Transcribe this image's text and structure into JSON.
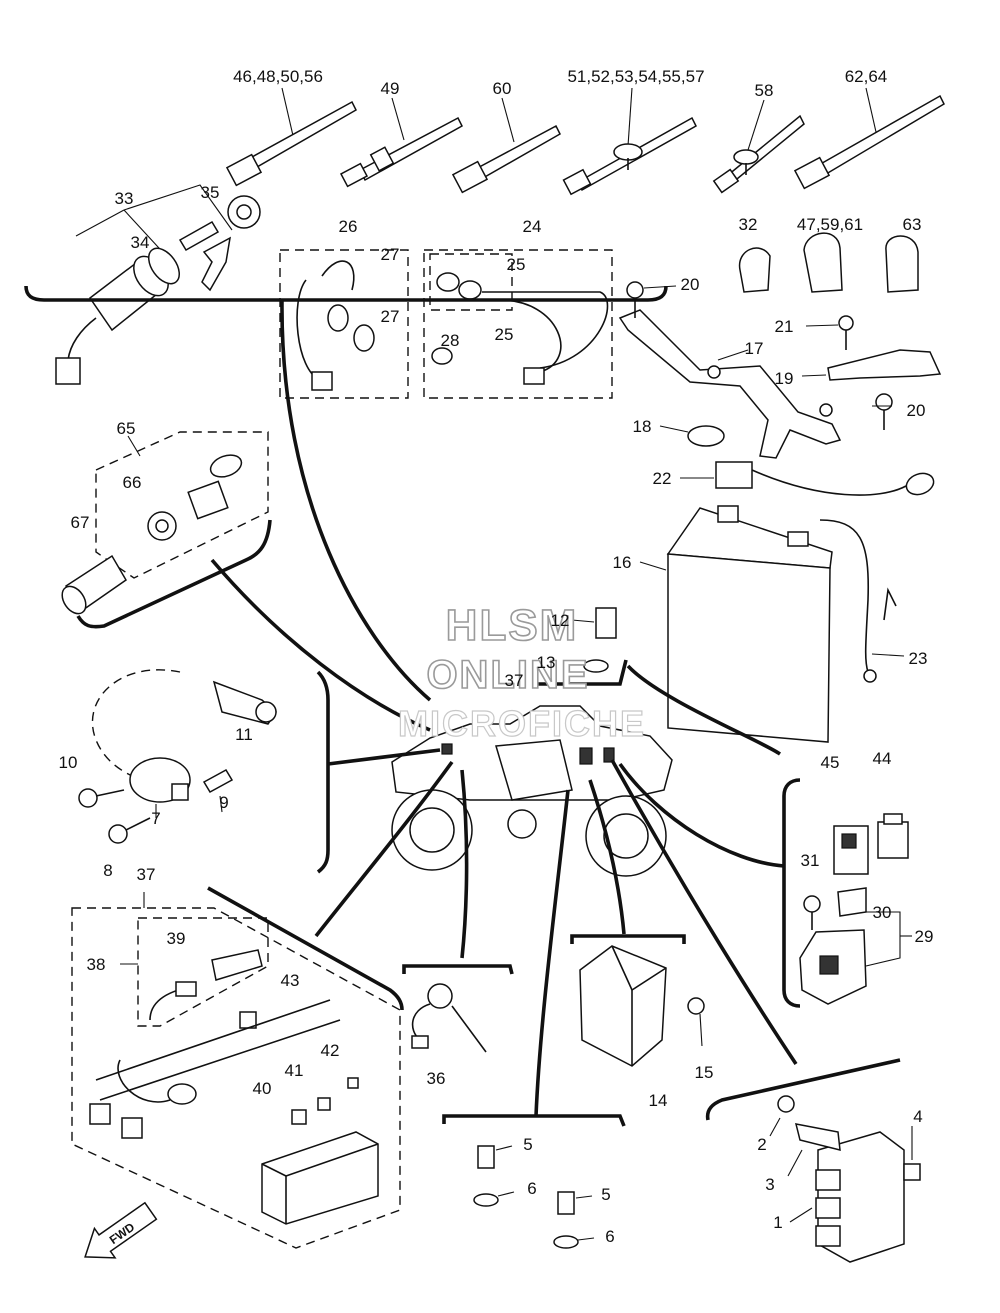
{
  "labels": {
    "p46": "46,48,50,56",
    "p49": "49",
    "p60": "60",
    "p51": "51,52,53,54,55,57",
    "p58": "58",
    "p62": "62,64",
    "p33": "33",
    "p35": "35",
    "p34": "34",
    "p26": "26",
    "p27a": "27",
    "p27b": "27",
    "p24": "24",
    "p25a": "25",
    "p25b": "25",
    "p28": "28",
    "p32": "32",
    "p47": "47,59,61",
    "p63": "63",
    "p20a": "20",
    "p21": "21",
    "p17": "17",
    "p19": "19",
    "p20b": "20",
    "p18": "18",
    "p65": "65",
    "p66": "66",
    "p67": "67",
    "p22": "22",
    "p16": "16",
    "p12": "12",
    "p13": "13",
    "p37a": "37",
    "p23": "23",
    "p11": "11",
    "p10": "10",
    "p9": "9",
    "p7": "7",
    "p8": "8",
    "p44": "44",
    "p45": "45",
    "p31": "31",
    "p30": "30",
    "p29": "29",
    "p37b": "37",
    "p38": "38",
    "p39": "39",
    "p43": "43",
    "p42": "42",
    "p41": "41",
    "p40": "40",
    "p36": "36",
    "p14": "14",
    "p15": "15",
    "p5a": "5",
    "p6a": "6",
    "p5b": "5",
    "p6b": "6",
    "p2": "2",
    "p3": "3",
    "p4": "4",
    "p1": "1"
  },
  "watermark": {
    "line1": "HLSM",
    "line2": "ONLINE",
    "line3": "MICROFICHE"
  },
  "direction_marker": "FWD"
}
